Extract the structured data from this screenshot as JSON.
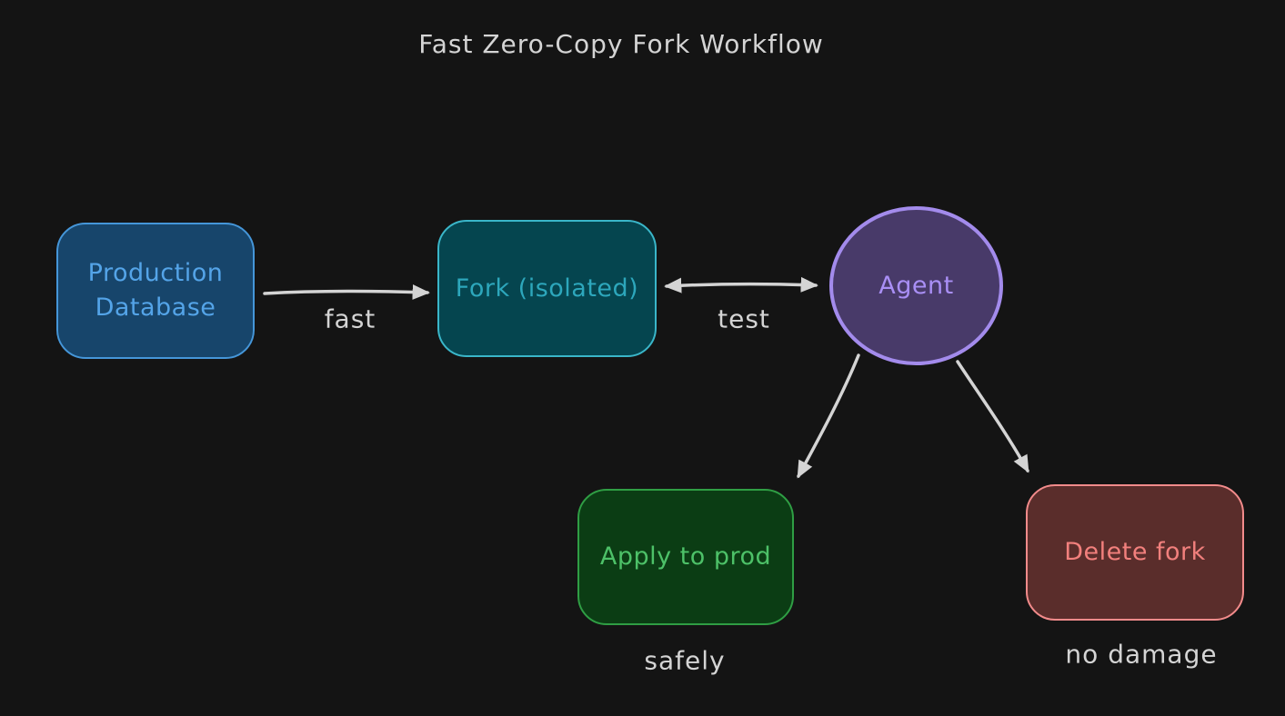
{
  "title": "Fast Zero-Copy Fork Workflow",
  "nodes": {
    "production_database": {
      "label": "Production Database",
      "shape": "rounded-rect",
      "fill": "#17456b",
      "stroke": "#4596d9",
      "text_color": "#54a4e8"
    },
    "fork_isolated": {
      "label": "Fork (isolated)",
      "shape": "rounded-rect",
      "fill": "#05454f",
      "stroke": "#3ab6c9",
      "text_color": "#2da7bc"
    },
    "agent": {
      "label": "Agent",
      "shape": "circle",
      "fill": "#483a69",
      "stroke": "#a38bec",
      "text_color": "#a98ff5"
    },
    "apply_to_prod": {
      "label": "Apply to prod",
      "shape": "rounded-rect",
      "fill": "#0b3d14",
      "stroke": "#2f9e44",
      "text_color": "#4dc168"
    },
    "delete_fork": {
      "label": "Delete fork",
      "shape": "rounded-rect",
      "fill": "#5a2d2b",
      "stroke": "#f28b8b",
      "text_color": "#f2807d"
    }
  },
  "edges": [
    {
      "id": "fast",
      "label": "fast",
      "from": "production_database",
      "to": "fork_isolated",
      "direction": "one-way"
    },
    {
      "id": "test",
      "label": "test",
      "from": "fork_isolated",
      "to": "agent",
      "direction": "two-way"
    },
    {
      "id": "safely",
      "label": "safely",
      "from": "agent",
      "to": "apply_to_prod",
      "direction": "one-way"
    },
    {
      "id": "no_damage",
      "label": "no damage",
      "from": "agent",
      "to": "delete_fork",
      "direction": "one-way"
    }
  ],
  "colors": {
    "background": "#141414",
    "arrow": "#d4d4d4",
    "label_text": "#d4d4d4"
  }
}
